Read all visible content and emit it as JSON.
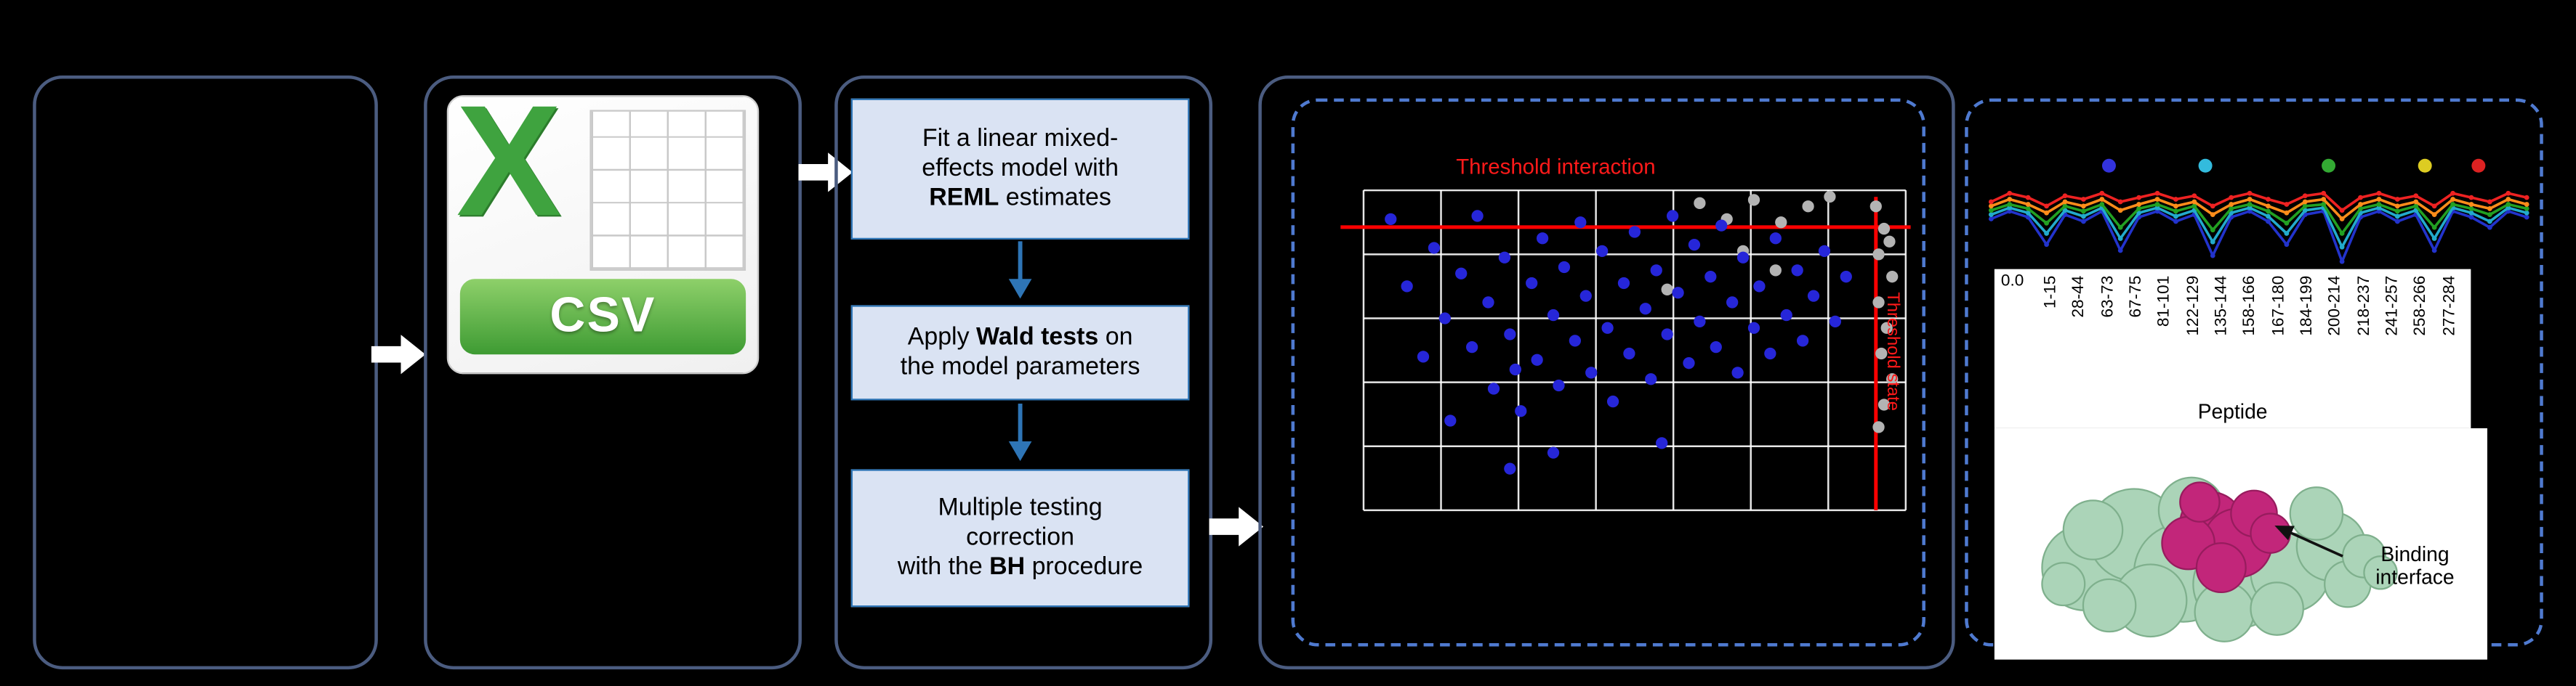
{
  "csv": {
    "letter": "X",
    "label": "CSV"
  },
  "steps": [
    {
      "pre": "Fit a linear mixed-\neffects model with\n",
      "bold": "REML",
      "post": " estimates"
    },
    {
      "pre": "Apply ",
      "bold": "Wald tests",
      "post": " on\nthe model parameters"
    },
    {
      "pre": "Multiple testing\ncorrection\nwith the ",
      "bold": "BH",
      "post": " procedure"
    }
  ],
  "chart_data": [
    {
      "type": "scatter",
      "title": "Threshold interaction",
      "side_label": "Threshold state",
      "grid": {
        "cols": 7,
        "rows": 5
      },
      "threshold_h_frac": 0.115,
      "threshold_v_frac": 0.945,
      "colors": {
        "significant": "#2626d9",
        "nonsignificant": "#b3b3b3",
        "threshold": "#ff0000",
        "grid": "#ffffff"
      },
      "blue_points": [
        [
          0.05,
          0.09
        ],
        [
          0.08,
          0.3
        ],
        [
          0.11,
          0.52
        ],
        [
          0.13,
          0.18
        ],
        [
          0.15,
          0.4
        ],
        [
          0.16,
          0.72
        ],
        [
          0.18,
          0.26
        ],
        [
          0.2,
          0.49
        ],
        [
          0.21,
          0.08
        ],
        [
          0.23,
          0.35
        ],
        [
          0.24,
          0.62
        ],
        [
          0.26,
          0.21
        ],
        [
          0.27,
          0.45
        ],
        [
          0.28,
          0.56
        ],
        [
          0.29,
          0.69
        ],
        [
          0.31,
          0.29
        ],
        [
          0.32,
          0.53
        ],
        [
          0.33,
          0.15
        ],
        [
          0.35,
          0.39
        ],
        [
          0.36,
          0.61
        ],
        [
          0.37,
          0.24
        ],
        [
          0.39,
          0.47
        ],
        [
          0.4,
          0.1
        ],
        [
          0.41,
          0.33
        ],
        [
          0.42,
          0.57
        ],
        [
          0.44,
          0.19
        ],
        [
          0.45,
          0.43
        ],
        [
          0.46,
          0.66
        ],
        [
          0.48,
          0.29
        ],
        [
          0.49,
          0.51
        ],
        [
          0.5,
          0.13
        ],
        [
          0.52,
          0.37
        ],
        [
          0.53,
          0.59
        ],
        [
          0.54,
          0.25
        ],
        [
          0.56,
          0.45
        ],
        [
          0.57,
          0.08
        ],
        [
          0.58,
          0.32
        ],
        [
          0.6,
          0.54
        ],
        [
          0.61,
          0.17
        ],
        [
          0.62,
          0.41
        ],
        [
          0.64,
          0.27
        ],
        [
          0.65,
          0.49
        ],
        [
          0.66,
          0.11
        ],
        [
          0.68,
          0.35
        ],
        [
          0.69,
          0.57
        ],
        [
          0.7,
          0.21
        ],
        [
          0.72,
          0.43
        ],
        [
          0.73,
          0.3
        ],
        [
          0.75,
          0.51
        ],
        [
          0.76,
          0.15
        ],
        [
          0.78,
          0.39
        ],
        [
          0.8,
          0.25
        ],
        [
          0.81,
          0.47
        ],
        [
          0.83,
          0.33
        ],
        [
          0.85,
          0.19
        ],
        [
          0.87,
          0.41
        ],
        [
          0.89,
          0.27
        ],
        [
          0.35,
          0.82
        ],
        [
          0.55,
          0.79
        ],
        [
          0.27,
          0.87
        ]
      ],
      "gray_points": [
        [
          0.945,
          0.05
        ],
        [
          0.96,
          0.12
        ],
        [
          0.95,
          0.2
        ],
        [
          0.975,
          0.27
        ],
        [
          0.95,
          0.35
        ],
        [
          0.965,
          0.43
        ],
        [
          0.955,
          0.51
        ],
        [
          0.975,
          0.59
        ],
        [
          0.96,
          0.67
        ],
        [
          0.95,
          0.74
        ],
        [
          0.97,
          0.16
        ],
        [
          0.62,
          0.04
        ],
        [
          0.67,
          0.09
        ],
        [
          0.72,
          0.03
        ],
        [
          0.77,
          0.1
        ],
        [
          0.82,
          0.05
        ],
        [
          0.86,
          0.02
        ],
        [
          0.7,
          0.19
        ],
        [
          0.76,
          0.25
        ],
        [
          0.56,
          0.31
        ]
      ]
    },
    {
      "type": "line",
      "legend_dots": [
        {
          "x": 0.22,
          "color": "#3333dd"
        },
        {
          "x": 0.4,
          "color": "#33bbdd"
        },
        {
          "x": 0.63,
          "color": "#33aa33"
        },
        {
          "x": 0.81,
          "color": "#ddcc22"
        },
        {
          "x": 0.91,
          "color": "#dd2222"
        }
      ],
      "series": [
        {
          "name": "blue",
          "color": "#2233cc",
          "values": [
            0.45,
            0.36,
            0.43,
            0.75,
            0.4,
            0.48,
            0.36,
            0.82,
            0.43,
            0.36,
            0.48,
            0.4,
            0.88,
            0.43,
            0.36,
            0.48,
            0.75,
            0.4,
            0.36,
            0.95,
            0.43,
            0.36,
            0.48,
            0.4,
            0.82,
            0.36,
            0.43,
            0.55,
            0.36,
            0.43
          ]
        },
        {
          "name": "cyan",
          "color": "#22aacc",
          "values": [
            0.4,
            0.32,
            0.38,
            0.62,
            0.35,
            0.42,
            0.32,
            0.68,
            0.38,
            0.32,
            0.42,
            0.35,
            0.72,
            0.38,
            0.32,
            0.42,
            0.62,
            0.35,
            0.32,
            0.78,
            0.38,
            0.32,
            0.42,
            0.35,
            0.68,
            0.32,
            0.38,
            0.48,
            0.32,
            0.38
          ]
        },
        {
          "name": "green",
          "color": "#22a022",
          "values": [
            0.35,
            0.28,
            0.33,
            0.5,
            0.3,
            0.36,
            0.28,
            0.55,
            0.33,
            0.28,
            0.36,
            0.3,
            0.58,
            0.33,
            0.28,
            0.36,
            0.5,
            0.3,
            0.28,
            0.62,
            0.33,
            0.28,
            0.36,
            0.3,
            0.55,
            0.28,
            0.33,
            0.4,
            0.28,
            0.33
          ]
        },
        {
          "name": "orange",
          "color": "#ff8c1a",
          "values": [
            0.3,
            0.22,
            0.28,
            0.38,
            0.25,
            0.3,
            0.22,
            0.35,
            0.28,
            0.22,
            0.3,
            0.25,
            0.4,
            0.28,
            0.22,
            0.3,
            0.38,
            0.25,
            0.22,
            0.45,
            0.28,
            0.22,
            0.3,
            0.25,
            0.4,
            0.22,
            0.28,
            0.33,
            0.22,
            0.28
          ]
        },
        {
          "name": "red",
          "color": "#ee2222",
          "values": [
            0.25,
            0.15,
            0.2,
            0.3,
            0.18,
            0.22,
            0.15,
            0.25,
            0.2,
            0.15,
            0.22,
            0.18,
            0.3,
            0.2,
            0.15,
            0.22,
            0.28,
            0.18,
            0.15,
            0.35,
            0.2,
            0.15,
            0.22,
            0.18,
            0.3,
            0.15,
            0.2,
            0.25,
            0.15,
            0.2
          ]
        }
      ]
    },
    {
      "type": "axis",
      "ytick": "0.0",
      "xlabel": "Peptide",
      "labels": [
        "1-15",
        "28-44",
        "63-73",
        "67-75",
        "81-101",
        "122-129",
        "135-144",
        "158-166",
        "167-180",
        "184-199",
        "200-214",
        "218-237",
        "241-257",
        "258-266",
        "277-284"
      ]
    }
  ],
  "protein": {
    "annotation": "Binding interface"
  }
}
